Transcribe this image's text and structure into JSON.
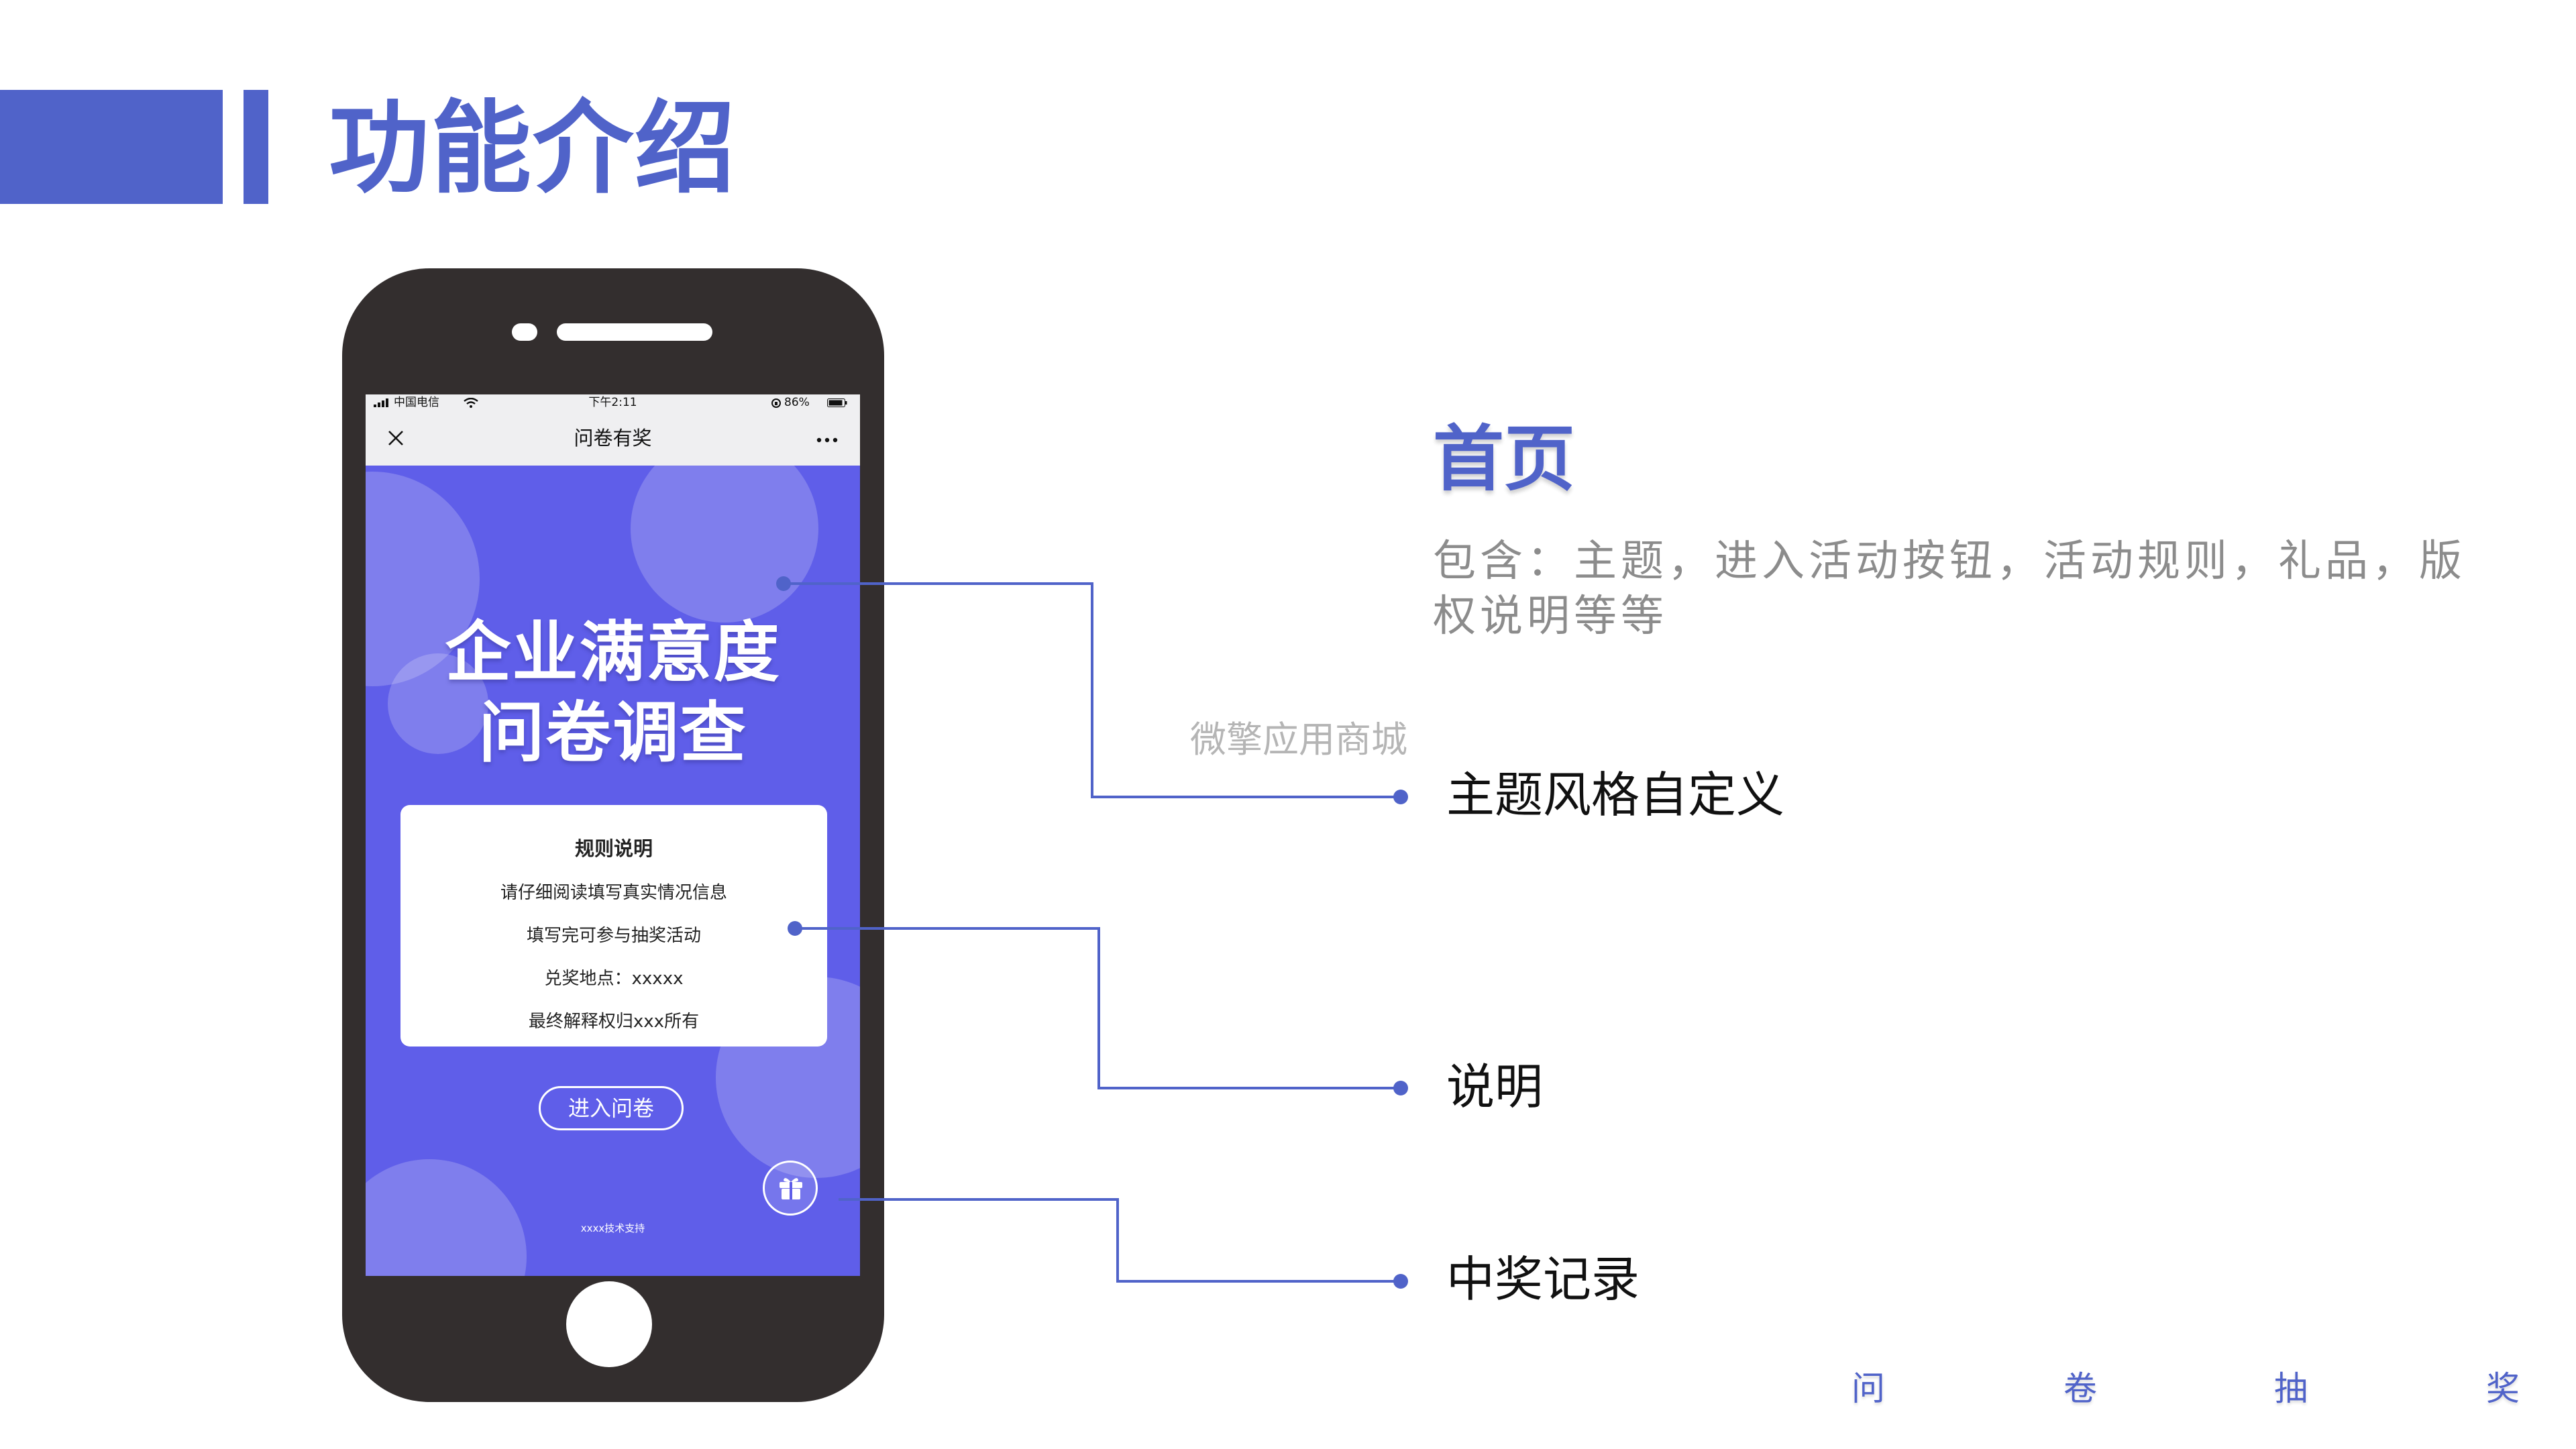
{
  "header": {
    "title": "功能介绍"
  },
  "phone": {
    "status_bar": {
      "carrier": "中国电信",
      "time": "下午2:11",
      "battery": "86%"
    },
    "nav": {
      "title": "问卷有奖"
    },
    "banner": {
      "line1": "企业满意度",
      "line2": "问卷调查"
    },
    "rules": {
      "title": "规则说明",
      "items": [
        "请仔细阅读填写真实情况信息",
        "填写完可参与抽奖活动",
        "兑奖地点：xxxxx",
        "最终解释权归xxx所有"
      ]
    },
    "enter_button": "进入问卷",
    "footer": "xxxx技术支持"
  },
  "section": {
    "title": "首页",
    "description": "包含：主题，进入活动按钮，活动规则，礼品，版权说明等等"
  },
  "watermark": "微擎应用商城",
  "callouts": [
    "主题风格自定义",
    "说明",
    "中奖记录"
  ],
  "footer_chars": [
    "问",
    "卷",
    "抽",
    "奖"
  ],
  "colors": {
    "accent": "#5063C9",
    "screen_bg": "#5F5EE9",
    "phone_body": "#332E2E"
  },
  "icons": [
    "signal-icon",
    "wifi-icon",
    "lock-rotation-icon",
    "battery-icon",
    "close-icon",
    "more-icon",
    "gift-icon"
  ]
}
